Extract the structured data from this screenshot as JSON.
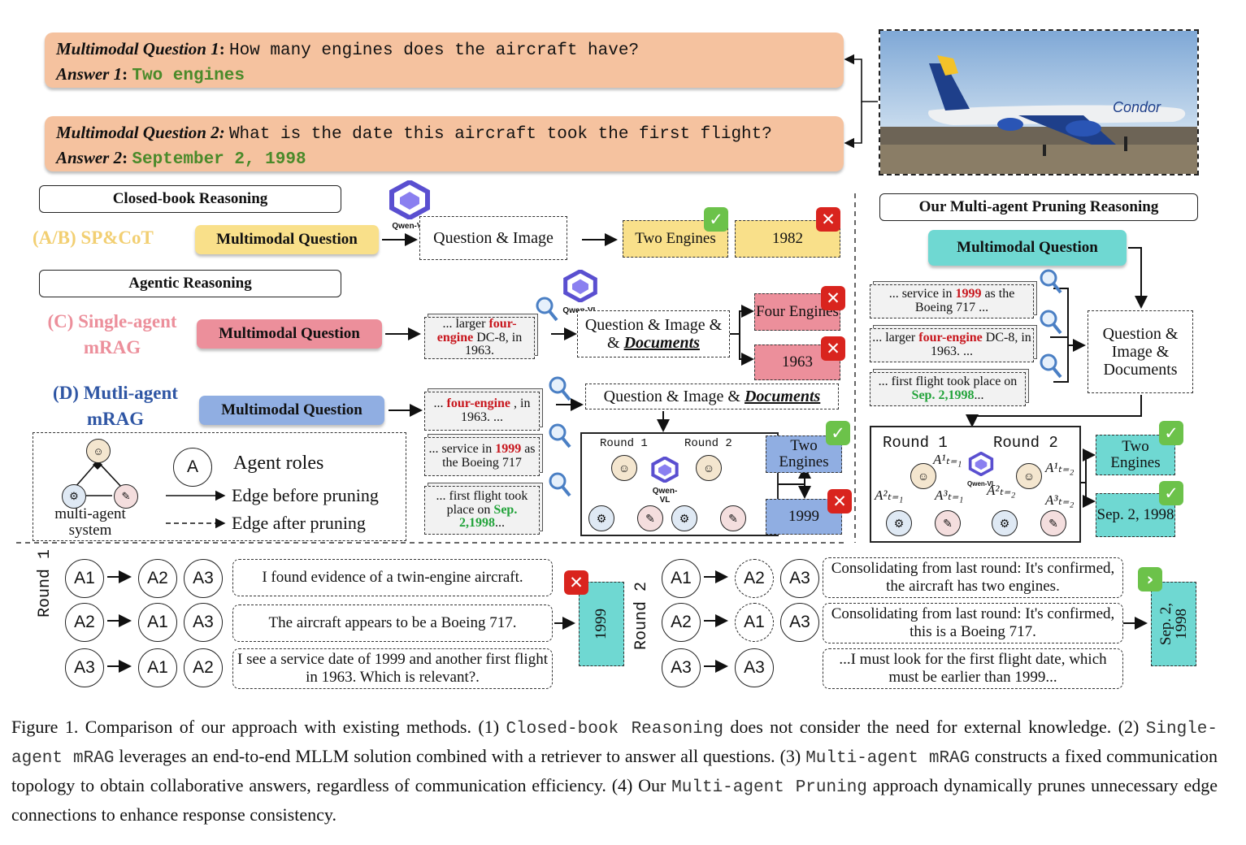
{
  "questions": {
    "q1_label": "Multimodal Question 1",
    "q1_text": "How many engines does the aircraft have?",
    "a1_label": "Answer 1",
    "a1_text": "Two engines",
    "q2_label": "Multimodal Question 2:",
    "q2_text": "What is the date this aircraft took the first flight?",
    "a2_label": "Answer 2",
    "a2_text": "September 2, 1998",
    "livery_text": "Condor"
  },
  "closed_book": {
    "header": "Closed-book Reasoning",
    "method": "(A/B) SP&CoT",
    "question": "Multimodal Question",
    "model_label": "Qwen-VL",
    "input": "Question & Image",
    "out1": "Two Engines",
    "out2": "1982"
  },
  "agentic": {
    "header": "Agentic Reasoning",
    "single_method": "(C) Single-agent mRAG",
    "single_question": "Multimodal Question",
    "single_doc_a": "... larger ",
    "single_doc_b": "four-engine",
    "single_doc_c": " DC-8, in 1963.",
    "single_model": "Qwen-VL",
    "single_input_a": "Question & Image &",
    "single_input_b": "Documents",
    "single_out1": "Four Engines",
    "single_out2": "1963",
    "multi_method": "(D) Mutli-agent mRAG",
    "multi_question": "Multimodal Question",
    "multi_doc1_a": "... ",
    "multi_doc1_b": "four-engine",
    "multi_doc1_c": " , in 1963. ...",
    "multi_doc2_a": "... service in ",
    "multi_doc2_b": "1999",
    "multi_doc2_c": " as the Boeing 717",
    "multi_doc3_a": "... first flight took place on ",
    "multi_doc3_b": "Sep. 2,1998",
    "multi_doc3_c": "...",
    "multi_input_a": "Question & Image & ",
    "multi_input_b": "Documents",
    "round1": "Round 1",
    "round2": "Round 2",
    "multi_model": "Qwen-VL",
    "multi_out1": "Two Engines",
    "multi_out2": "1999"
  },
  "legend": {
    "system_label": "multi-agent system",
    "agent_symbol": "A",
    "agent_roles": "Agent roles",
    "edge_before": "Edge before pruning",
    "edge_after": "Edge after pruning"
  },
  "ours": {
    "header": "Our Multi-agent Pruning Reasoning",
    "question": "Multimodal Question",
    "doc1_a": "... service in ",
    "doc1_b": "1999",
    "doc1_c": " as the Boeing 717 ...",
    "doc2_a": "... larger ",
    "doc2_b": "four-engine",
    "doc2_c": " DC-8, in 1963. ...",
    "doc3_a": "... first flight took place on ",
    "doc3_b": "Sep. 2,1998",
    "doc3_c": "...",
    "input": "Question & Image & Documents",
    "round1": "Round 1",
    "round2": "Round 2",
    "model": "Qwen-VL",
    "a1_t1": "A¹ₜ₌₁",
    "a2_t1": "A²ₜ₌₁",
    "a3_t1": "A³ₜ₌₁",
    "a1_t2": "A¹ₜ₌₂",
    "a2_t2": "A²ₜ₌₂",
    "a3_t2": "A³ₜ₌₂",
    "out1": "Two Engines",
    "out2": "Sep. 2, 1998"
  },
  "rounds": {
    "round1_label": "Round 1",
    "r1_rows": [
      {
        "src": "A1",
        "dst": [
          "A2",
          "A3"
        ],
        "text": "I found evidence of a twin-engine aircraft."
      },
      {
        "src": "A2",
        "dst": [
          "A1",
          "A3"
        ],
        "text": "The aircraft appears to be a Boeing 717."
      },
      {
        "src": "A3",
        "dst": [
          "A1",
          "A2"
        ],
        "text": "I see a service date of 1999 and another first flight in 1963. Which is relevant?."
      }
    ],
    "r1_result": "1999",
    "round2_label": "Round 2",
    "r2_rows": [
      {
        "src": "A1",
        "dst": [
          "A2",
          "A3"
        ],
        "text": "Consolidating from last round: It's confirmed, the aircraft has two engines."
      },
      {
        "src": "A2",
        "dst": [
          "A1",
          "A3"
        ],
        "text": "Consolidating from last round: It's confirmed, this is a Boeing 717."
      },
      {
        "src": "A3",
        "dst": [
          "A3"
        ],
        "text": "...I must look for the first flight date, which must be earlier than 1999..."
      }
    ],
    "r2_result": "Sep. 2, 1998"
  },
  "caption": {
    "p1": "Figure 1. Comparison of our approach with existing methods. (1) ",
    "m1": "Closed-book Reasoning",
    "p2": " does not consider the need for external knowledge. (2) ",
    "m2": "Single-agent mRAG",
    "p3": " leverages an end-to-end MLLM solution combined with a retriever to answer all questions. (3) ",
    "m3": "Multi-agent mRAG",
    "p4": " constructs a fixed communication topology to obtain collaborative answers, regardless of communication efficiency. (4) Our ",
    "m4": "Multi-agent Pruning",
    "p5": " approach dynamically prunes unnecessary edge connections to enhance response consistency."
  },
  "colors": {
    "orange_box": "#f5c29f",
    "yellow": "#f9e08a",
    "pink": "#ec8f9b",
    "blue": "#90aee2",
    "teal": "#6fd8d2",
    "green_text": "#4a8a2a",
    "red_text": "#c8161d"
  }
}
